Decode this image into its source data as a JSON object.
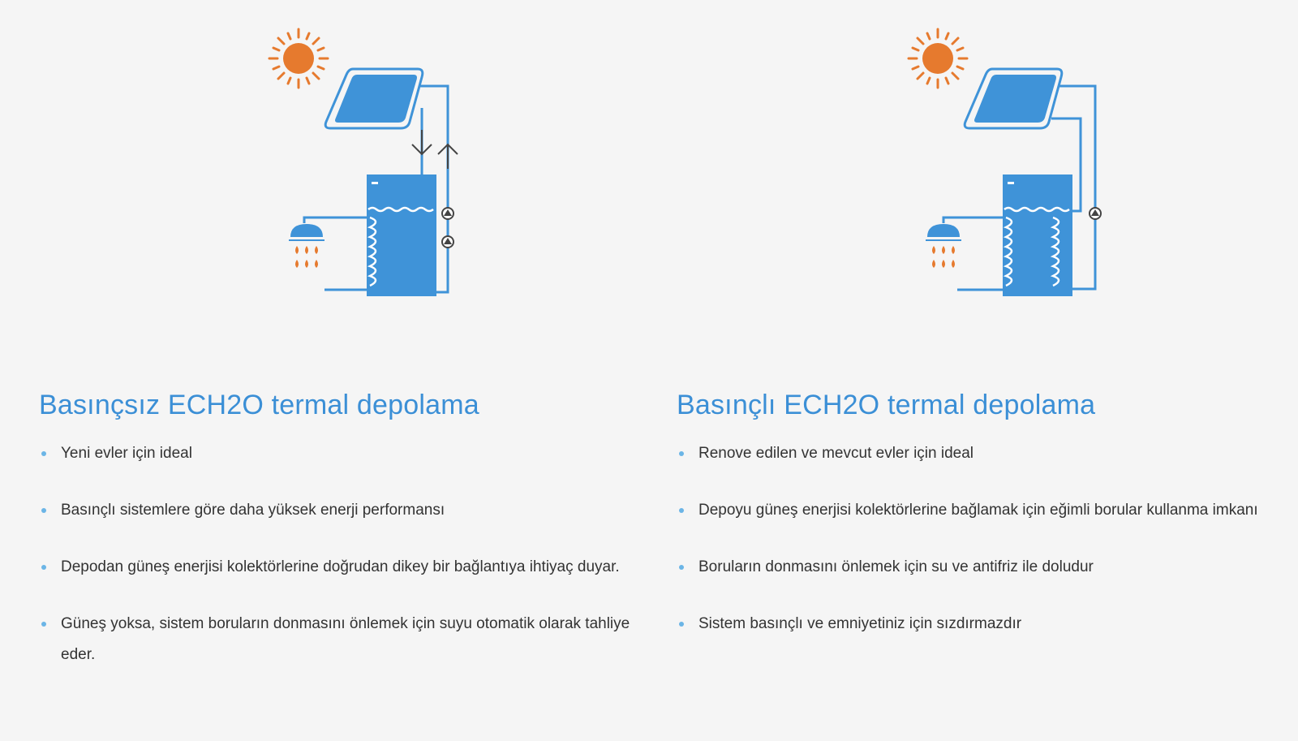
{
  "colors": {
    "accent_blue": "#3b8fd6",
    "tank_blue": "#3f93d8",
    "sun_orange": "#e67a2e",
    "text_dark": "#333333",
    "bullet_dot": "#6bb5e6"
  },
  "left": {
    "heading": "Basınçsız ECH2O termal depolama",
    "diagram_icons": [
      "sun-icon",
      "solar-panel-icon",
      "tank-icon",
      "shower-icon",
      "pump-icon"
    ],
    "bullets": [
      "Yeni evler için ideal",
      "Basınçlı sistemlere göre daha yüksek enerji performansı",
      "Depodan güneş enerjisi kolektörlerine doğrudan dikey bir bağlantıya ihtiyaç duyar.",
      "Güneş yoksa, sistem boruların donmasını önlemek için suyu otomatik olarak tahliye eder."
    ]
  },
  "right": {
    "heading": "Basınçlı ECH2O termal depolama",
    "diagram_icons": [
      "sun-icon",
      "solar-panel-icon",
      "tank-icon",
      "shower-icon",
      "pump-icon"
    ],
    "bullets": [
      "Renove edilen ve mevcut evler için ideal",
      "Depoyu güneş enerjisi kolektörlerine bağlamak için eğimli borular kullanma imkanı",
      "Boruların donmasını önlemek için su ve antifriz ile doludur",
      "Sistem basınçlı ve emniyetiniz için sızdırmazdır"
    ]
  }
}
